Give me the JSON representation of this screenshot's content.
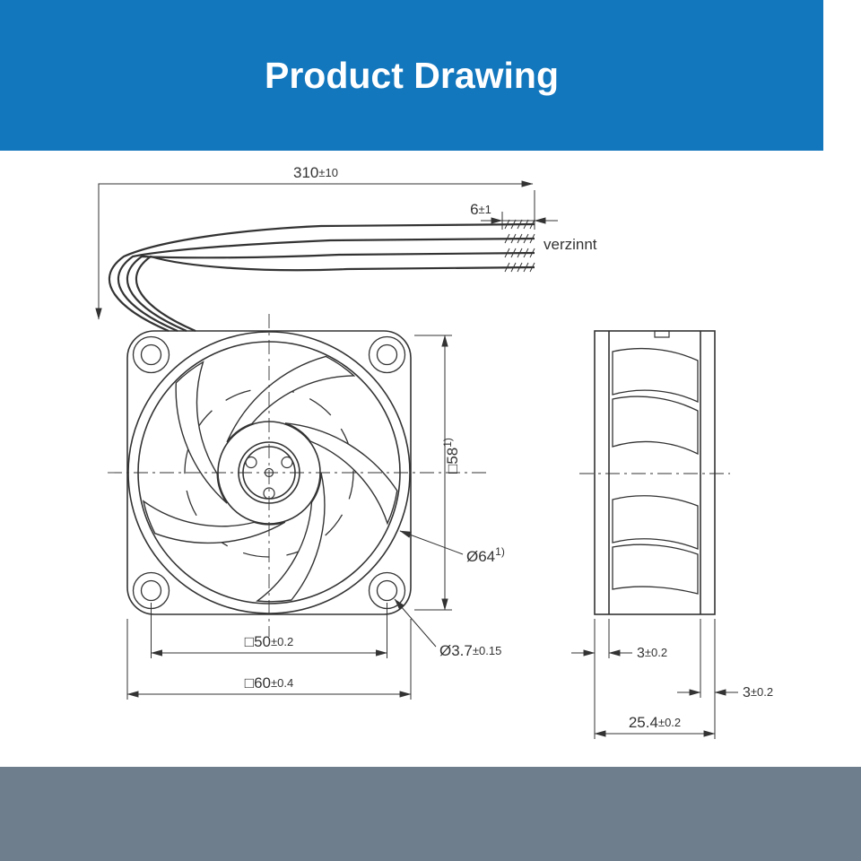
{
  "page": {
    "title": "Product Drawing",
    "colors": {
      "header_bg": "#1377BD",
      "title_color": "#FFFFFF",
      "footer_bg": "#6F7E8C",
      "paper": "#FFFFFF",
      "line": "#333333"
    }
  },
  "drawing": {
    "dimensions": {
      "wire_length": {
        "value": "310",
        "tolerance": "±10"
      },
      "tinned_length": {
        "value": "6",
        "tolerance": "±1"
      },
      "tinned_finish": "verzinnt",
      "venturi_size": {
        "value": "□58",
        "footnote": "1)"
      },
      "impeller_diameter": {
        "value": "Ø64",
        "footnote": "1)"
      },
      "mounting_hole_pitch": {
        "value": "□50",
        "tolerance": "±0.2"
      },
      "mounting_hole_diameter": {
        "value": "Ø3.7",
        "tolerance": "±0.15"
      },
      "frame_size": {
        "value": "□60",
        "tolerance": "±0.4"
      },
      "front_flange_thickness": {
        "value": "3",
        "tolerance": "±0.2"
      },
      "rear_flange_thickness": {
        "value": "3",
        "tolerance": "±0.2"
      },
      "frame_depth": {
        "value": "25.4",
        "tolerance": "±0.2"
      }
    }
  }
}
